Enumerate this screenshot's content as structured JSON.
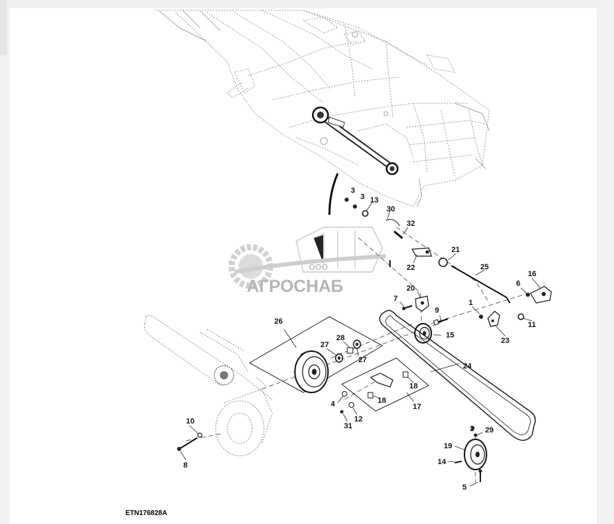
{
  "diagram": {
    "caption": "ETN176828A",
    "watermark": {
      "company_type": "ООО",
      "company_name": "АГРОСНАБ"
    },
    "callouts": [
      "1",
      "2",
      "3",
      "3",
      "4",
      "5",
      "6",
      "7",
      "8",
      "9",
      "10",
      "11",
      "12",
      "13",
      "14",
      "15",
      "16",
      "17",
      "18",
      "18",
      "19",
      "20",
      "21",
      "22",
      "23",
      "24",
      "25",
      "26",
      "27",
      "27",
      "28",
      "29",
      "30",
      "31",
      "32"
    ]
  }
}
